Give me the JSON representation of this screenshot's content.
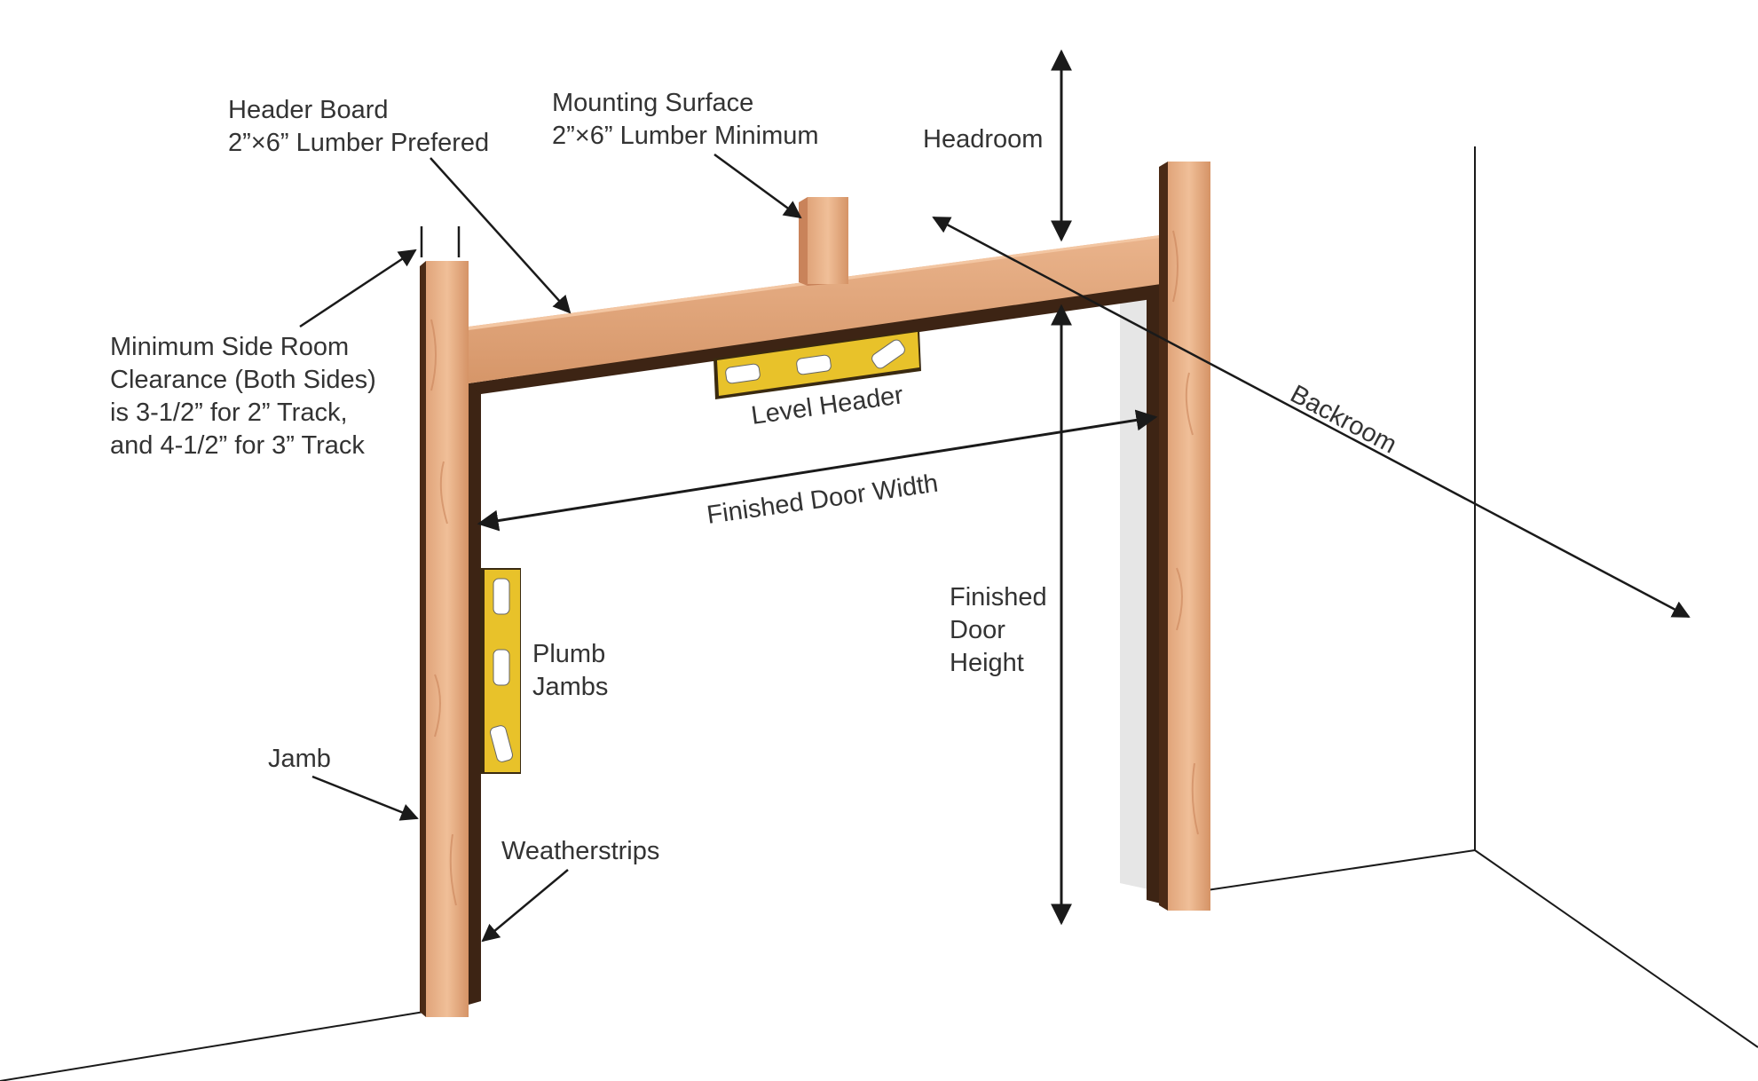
{
  "labels": {
    "header_board_1": "Header Board",
    "header_board_2": "2”×6” Lumber Prefered",
    "mounting_1": "Mounting Surface",
    "mounting_2": "2”×6” Lumber Minimum",
    "headroom": "Headroom",
    "side_room_1": "Minimum Side Room",
    "side_room_2": "Clearance (Both Sides)",
    "side_room_3": "is 3-1/2” for 2” Track,",
    "side_room_4": "and 4-1/2” for 3” Track",
    "level_header": "Level Header",
    "backroom": "Backroom",
    "door_width": "Finished Door Width",
    "door_height_1": "Finished",
    "door_height_2": "Door",
    "door_height_3": "Height",
    "plumb_1": "Plumb",
    "plumb_2": "Jambs",
    "jamb": "Jamb",
    "weatherstrips": "Weatherstrips"
  },
  "colors": {
    "wood": "#d99a72",
    "wood_light": "#e6b08a",
    "weatherstrip": "#3d2414",
    "level_yellow": "#e8c22a",
    "line": "#1a1a1a",
    "wall_shadow": "#e6e6e6"
  }
}
